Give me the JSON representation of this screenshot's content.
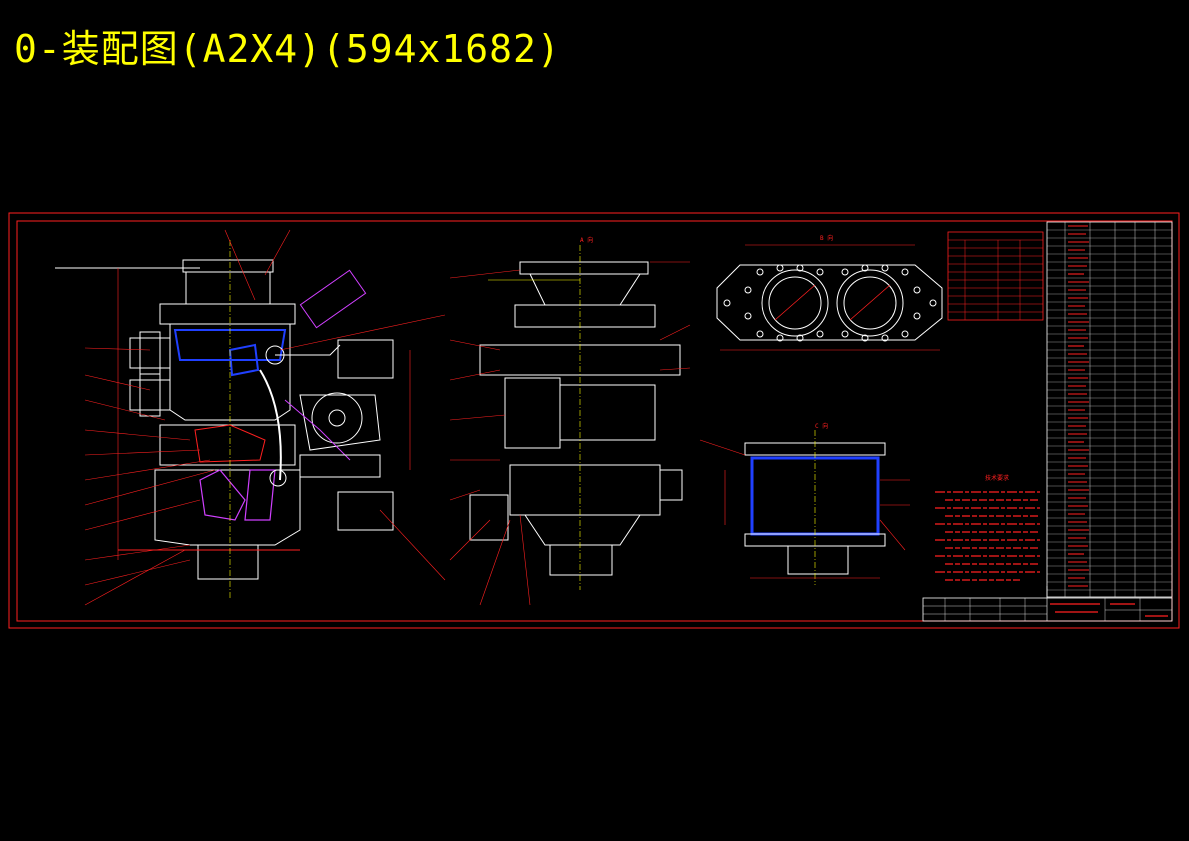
{
  "header": {
    "title": "0-装配图(A2X4)(594x1682)"
  },
  "views": {
    "view_a_label": "A 向",
    "view_b_label": "B 向",
    "view_c_label": "C 向"
  },
  "notes": {
    "heading": "技术要求"
  },
  "colors": {
    "background": "#000000",
    "title": "#ffff00",
    "frame": "#ff0000",
    "outline": "#ffffff",
    "highlight_blue": "#2040ff",
    "magenta": "#d040ff",
    "yellow": "#ffff00",
    "cyan": "#00e5ff"
  }
}
